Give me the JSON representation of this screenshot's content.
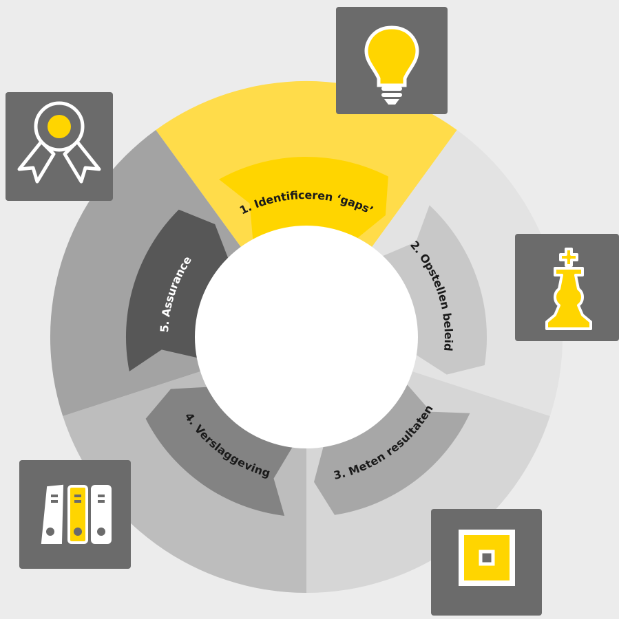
{
  "colors": {
    "background": "#ececec",
    "yellow": "#ffd500",
    "yellow_light": "#ffdc4a",
    "tile": "#6b6b6b",
    "white": "#ffffff"
  },
  "steps": [
    {
      "label": "1. Identificeren ‘gaps’",
      "outer_color": "#ffdc4a",
      "arrow_color": "#ffd500",
      "text_color": "#1a1a1a"
    },
    {
      "label": "2. Opstellen beleid",
      "outer_color": "#e3e3e3",
      "arrow_color": "#c8c8c8",
      "text_color": "#1a1a1a"
    },
    {
      "label": "3. Meten resultaten",
      "outer_color": "#d6d6d6",
      "arrow_color": "#a7a7a7",
      "text_color": "#1a1a1a"
    },
    {
      "label": "4. Verslaggeving",
      "outer_color": "#bdbdbd",
      "arrow_color": "#838383",
      "text_color": "#1a1a1a"
    },
    {
      "label": "5. Assurance",
      "outer_color": "#a3a3a3",
      "arrow_color": "#575757",
      "text_color": "#ffffff"
    }
  ],
  "icons": [
    {
      "name": "lightbulb-icon"
    },
    {
      "name": "chess-king-icon"
    },
    {
      "name": "target-square-icon"
    },
    {
      "name": "binders-icon"
    },
    {
      "name": "award-rosette-icon"
    }
  ]
}
